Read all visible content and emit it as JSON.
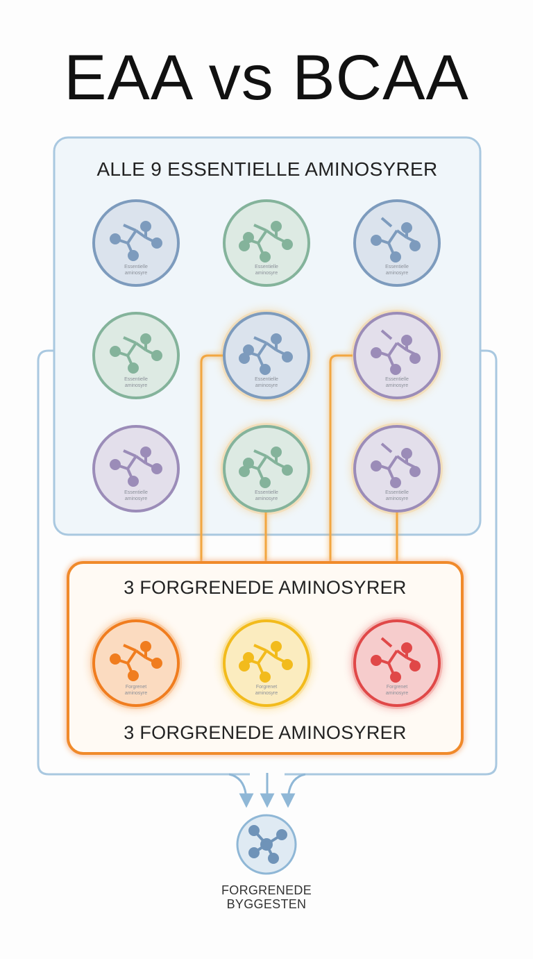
{
  "title": "EAA vs BCAA",
  "eaa_panel": {
    "heading": "ALLE 9 ESSENTIELLE AMINOSYRER",
    "molecules": [
      {
        "color": "#7d9bbd",
        "caption": [
          "Essentielle",
          "aminosyre"
        ]
      },
      {
        "color": "#84b39b",
        "caption": [
          "Essentielle",
          "aminosyre"
        ]
      },
      {
        "color": "#7d9bbd",
        "caption": [
          "Essentielle",
          "aminosyre"
        ]
      },
      {
        "color": "#84b39b",
        "caption": [
          "Essentielle",
          "aminosyre"
        ]
      },
      {
        "color": "#7d9bbd",
        "caption": [
          "Essentielle",
          "aminosyre"
        ],
        "highlight": true
      },
      {
        "color": "#9b8cb8",
        "caption": [
          "Essentielle",
          "aminosyre"
        ],
        "highlight": true
      },
      {
        "color": "#9b8cb8",
        "caption": [
          "Essentielle",
          "aminosyre"
        ]
      },
      {
        "color": "#84b39b",
        "caption": [
          "Essentielle",
          "aminosyre"
        ],
        "highlight": true
      },
      {
        "color": "#9b8cb8",
        "caption": [
          "Essentielle",
          "aminosyre"
        ],
        "highlight": true
      }
    ]
  },
  "bcaa_panel": {
    "heading_top": "3 FORGRENEDE AMINOSYRER",
    "heading_bottom": "3 FORGRENEDE AMINOSYRER",
    "molecules": [
      {
        "color": "#f07d1f",
        "caption": [
          "Forgrenet",
          "aminosyre"
        ]
      },
      {
        "color": "#f2bb1c",
        "caption": [
          "Forgrenet",
          "aminosyre"
        ]
      },
      {
        "color": "#e04848",
        "caption": [
          "Forgrenet",
          "aminosyre"
        ]
      }
    ]
  },
  "result": {
    "label_line1": "FORGRENEDE",
    "label_line2": "BYGGESTEN"
  },
  "colors": {
    "panel_border": "#a9c8e0",
    "panel_fill": "#f0f6fa",
    "bcaa_border": "#f08a2c",
    "connector": "#f2a640",
    "arrow": "#8fb7d6"
  }
}
